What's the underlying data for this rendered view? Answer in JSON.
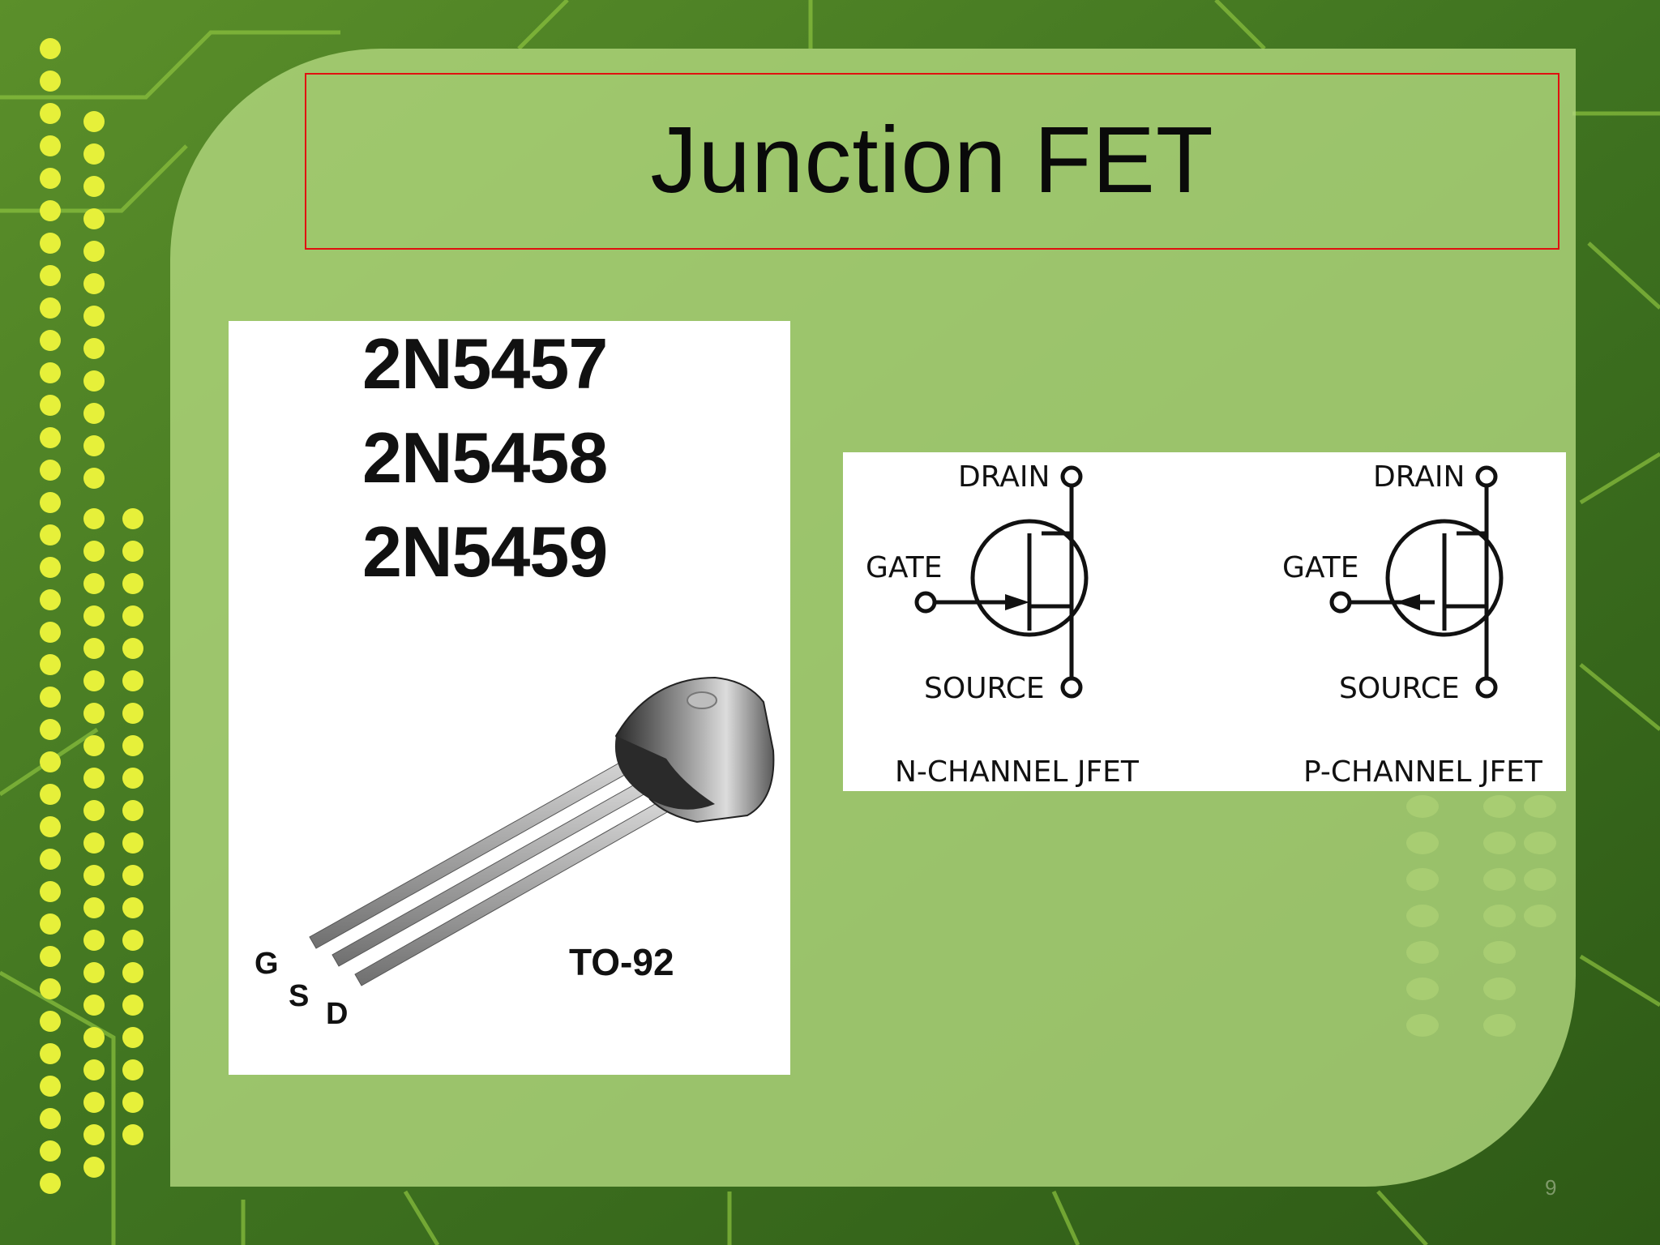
{
  "slide": {
    "title": "Junction FET",
    "number": "9"
  },
  "package_image": {
    "part_numbers": [
      "2N5457",
      "2N5458",
      "2N5459"
    ],
    "pins": {
      "g": "G",
      "s": "S",
      "d": "D"
    },
    "package": "TO-92"
  },
  "symbols": {
    "n_channel": {
      "drain": "DRAIN",
      "gate": "GATE",
      "source": "SOURCE",
      "caption": "N-CHANNEL JFET"
    },
    "p_channel": {
      "drain": "DRAIN",
      "gate": "GATE",
      "source": "SOURCE",
      "caption": "P-CHANNEL JFET"
    }
  },
  "colors": {
    "background": "#3d6b1f",
    "panel": "#b0d67c",
    "title_border": "#e01010",
    "dots": "#e6f03a"
  }
}
